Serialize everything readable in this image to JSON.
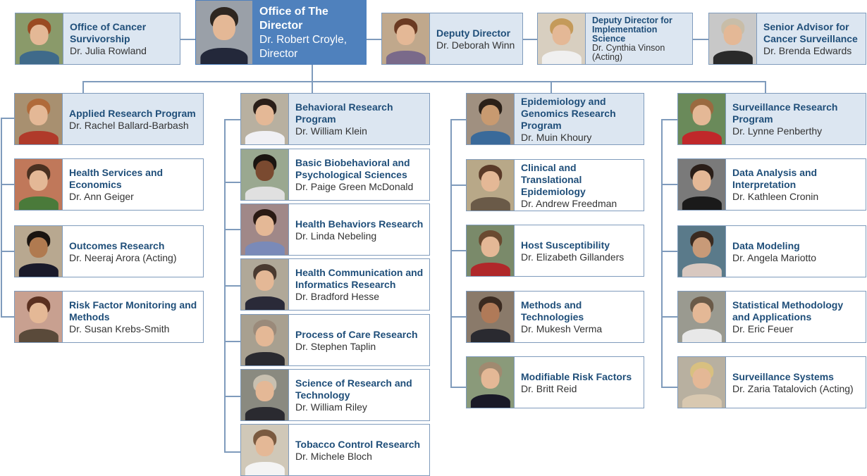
{
  "director": {
    "title": "Office of The Director",
    "name": "Dr. Robert Croyle, Director"
  },
  "top_row": [
    {
      "title": "Office of Cancer Survivorship",
      "name": "Dr. Julia Rowland"
    },
    {
      "title": "Deputy Director",
      "name": "Dr. Deborah Winn"
    },
    {
      "title": "Deputy Director for Implementation Science",
      "name": "Dr. Cynthia Vinson (Acting)"
    },
    {
      "title": "Senior Advisor for Cancer Surveillance",
      "name": "Dr. Brenda Edwards"
    }
  ],
  "programs": [
    {
      "head": {
        "title": "Applied Research Program",
        "name": "Dr. Rachel Ballard-Barbash"
      },
      "branches": [
        {
          "title": "Health Services and Economics",
          "name": "Dr. Ann Geiger"
        },
        {
          "title": "Outcomes Research",
          "name": "Dr. Neeraj Arora (Acting)"
        },
        {
          "title": "Risk Factor Monitoring and Methods",
          "name": "Dr. Susan Krebs-Smith"
        }
      ]
    },
    {
      "head": {
        "title": "Behavioral Research Program",
        "name": "Dr. William Klein"
      },
      "branches": [
        {
          "title": "Basic Biobehavioral and Psychological Sciences",
          "name": "Dr. Paige Green McDonald"
        },
        {
          "title": "Health Behaviors Research",
          "name": "Dr. Linda Nebeling"
        },
        {
          "title": "Health Communication and Informatics Research",
          "name": "Dr. Bradford Hesse"
        },
        {
          "title": "Process of Care Research",
          "name": "Dr. Stephen Taplin"
        },
        {
          "title": "Science of Research and Technology",
          "name": "Dr. William Riley"
        },
        {
          "title": "Tobacco Control Research",
          "name": "Dr. Michele Bloch"
        }
      ]
    },
    {
      "head": {
        "title": "Epidemiology and Genomics Research Program",
        "name": "Dr. Muin Khoury"
      },
      "branches": [
        {
          "title": "Clinical and Translational Epidemiology",
          "name": "Dr. Andrew Freedman"
        },
        {
          "title": "Host Susceptibility",
          "name": "Dr. Elizabeth Gillanders"
        },
        {
          "title": "Methods and Technologies",
          "name": "Dr. Mukesh Verma"
        },
        {
          "title": "Modifiable Risk Factors",
          "name": "Dr. Britt Reid"
        }
      ]
    },
    {
      "head": {
        "title": "Surveillance Research Program",
        "name": "Dr. Lynne Penberthy"
      },
      "branches": [
        {
          "title": "Data Analysis and Interpretation",
          "name": "Dr. Kathleen Cronin"
        },
        {
          "title": "Data Modeling",
          "name": "Dr. Angela Mariotto"
        },
        {
          "title": "Statistical Methodology and Applications",
          "name": "Dr. Eric Feuer"
        },
        {
          "title": "Surveillance Systems",
          "name": "Dr. Zaria Tatalovich (Acting)"
        }
      ]
    }
  ],
  "colors": {
    "box_fill": "#dce6f1",
    "director_fill": "#4f81bd",
    "border": "#7f9bbc",
    "title_text": "#1f4e79"
  }
}
